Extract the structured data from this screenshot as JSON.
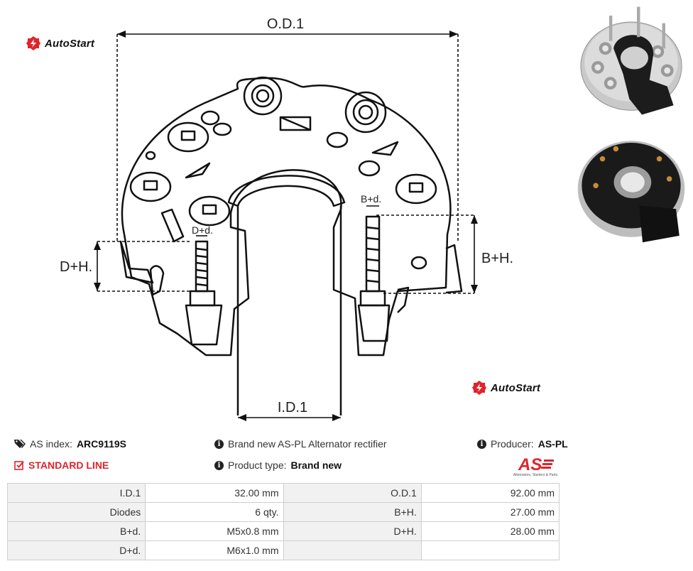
{
  "brand": {
    "name": "AutoStart",
    "accent_color": "#e0242b"
  },
  "drawing": {
    "od_label": "O.D.1",
    "id_label": "I.D.1",
    "dh_label": "D+H.",
    "bh_label": "B+H.",
    "dd_label": "D+d.",
    "bd_label": "B+d."
  },
  "info": {
    "as_index_label": "AS index:",
    "as_index_value": "ARC9119S",
    "description": "Brand new AS-PL Alternator rectifier",
    "producer_label": "Producer:",
    "producer_value": "AS-PL",
    "line_label": "STANDARD LINE",
    "product_type_label": "Product type:",
    "product_type_value": "Brand new",
    "as_logo_caption": "Alternators, Starters & Parts"
  },
  "icons": {
    "tag": "tags-icon",
    "info": "info-circle-icon",
    "check": "check-square-icon"
  },
  "specs": [
    {
      "k1": "I.D.1",
      "v1": "32.00 mm",
      "k2": "O.D.1",
      "v2": "92.00 mm"
    },
    {
      "k1": "Diodes",
      "v1": "6 qty.",
      "k2": "B+H.",
      "v2": "27.00 mm"
    },
    {
      "k1": "B+d.",
      "v1": "M5x0.8 mm",
      "k2": "D+H.",
      "v2": "28.00 mm"
    },
    {
      "k1": "D+d.",
      "v1": "M6x1.0 mm",
      "k2": "",
      "v2": ""
    }
  ]
}
